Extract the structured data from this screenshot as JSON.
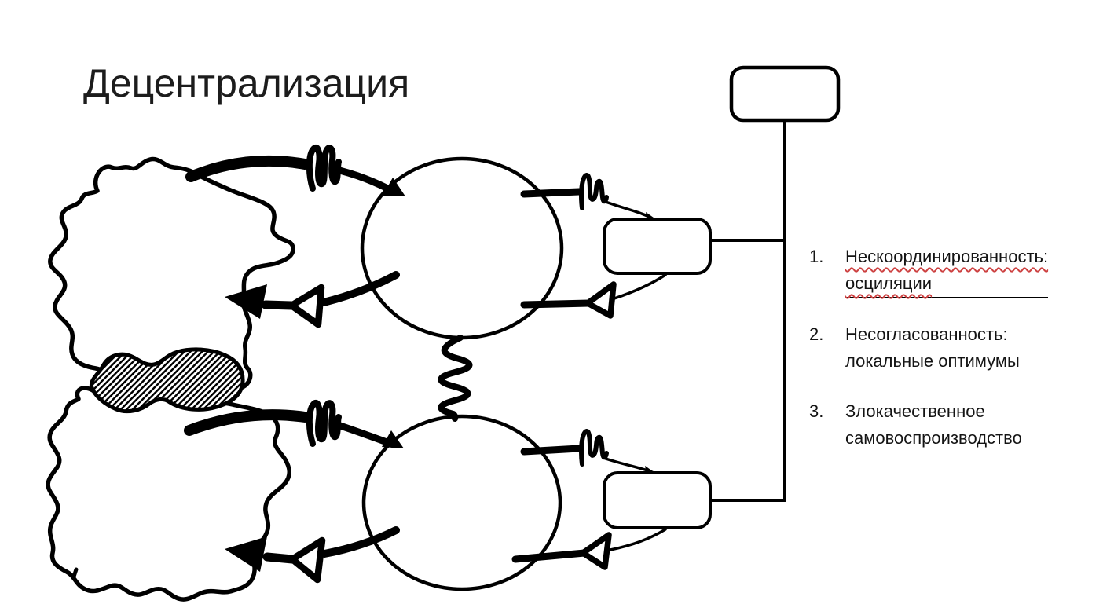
{
  "slide": {
    "title": "Децентрализация",
    "background_color": "#ffffff",
    "ink_color": "#000000",
    "misspell_wave_color": "#cd4141",
    "underline_color": "#000000"
  },
  "list": {
    "items": [
      {
        "num": "1.",
        "text": "Нескоординированность:\nосциляции",
        "underlined": true,
        "misspelled": true
      },
      {
        "num": "2.",
        "text": "Несогласованность:\nлокальные оптимумы",
        "underlined": false,
        "misspelled": false
      },
      {
        "num": "3.",
        "text": "Злокачественное\nсамовоспроизводство",
        "underlined": false,
        "misspelled": false
      }
    ]
  },
  "diagram": {
    "icons": [
      "region-blob-icon",
      "hatched-overlap-blob-icon",
      "node-circle-icon",
      "noise-burst-icon",
      "funnel-icon",
      "solid-arrowhead-icon",
      "coupling-spring-icon",
      "relay-box-icon",
      "control-box-icon"
    ],
    "boxes": {
      "control_box_label": "",
      "relay_box_top_label": "",
      "relay_box_bottom_label": ""
    }
  }
}
